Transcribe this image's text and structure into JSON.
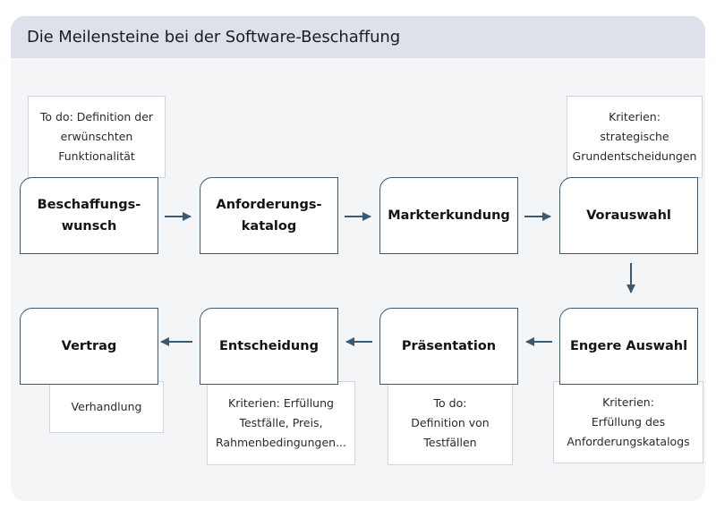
{
  "title": "Die Meilensteine bei der Software-Beschaffung",
  "colors": {
    "header_bg": "#dde2ea",
    "card_bg": "#f4f5f7",
    "box_border": "#3a5a74",
    "arrow": "#3a5a74"
  },
  "steps": [
    {
      "lines": [
        "Beschaffungs-",
        "wunsch"
      ]
    },
    {
      "lines": [
        "Anforderungs-",
        "katalog"
      ]
    },
    {
      "lines": [
        "Markterkundung"
      ]
    },
    {
      "lines": [
        "Vorauswahl"
      ]
    },
    {
      "lines": [
        "Engere Auswahl"
      ]
    },
    {
      "lines": [
        "Präsentation"
      ]
    },
    {
      "lines": [
        "Entscheidung"
      ]
    },
    {
      "lines": [
        "Vertrag"
      ]
    }
  ],
  "notes": [
    {
      "lines": [
        "To do: Definition der",
        "erwünschten",
        "Funktionalität"
      ]
    },
    {
      "lines": [
        "Kriterien:",
        "strategische",
        "Grundentscheidungen"
      ]
    },
    {
      "lines": [
        "Kriterien:",
        "Erfüllung des",
        "Anforderungskatalogs"
      ]
    },
    {
      "lines": [
        "To do:",
        "Definition von",
        "Testfällen"
      ]
    },
    {
      "lines": [
        "Kriterien: Erfüllung",
        "Testfälle, Preis,",
        "Rahmenbedingungen..."
      ]
    },
    {
      "lines": [
        "Verhandlung"
      ]
    }
  ]
}
